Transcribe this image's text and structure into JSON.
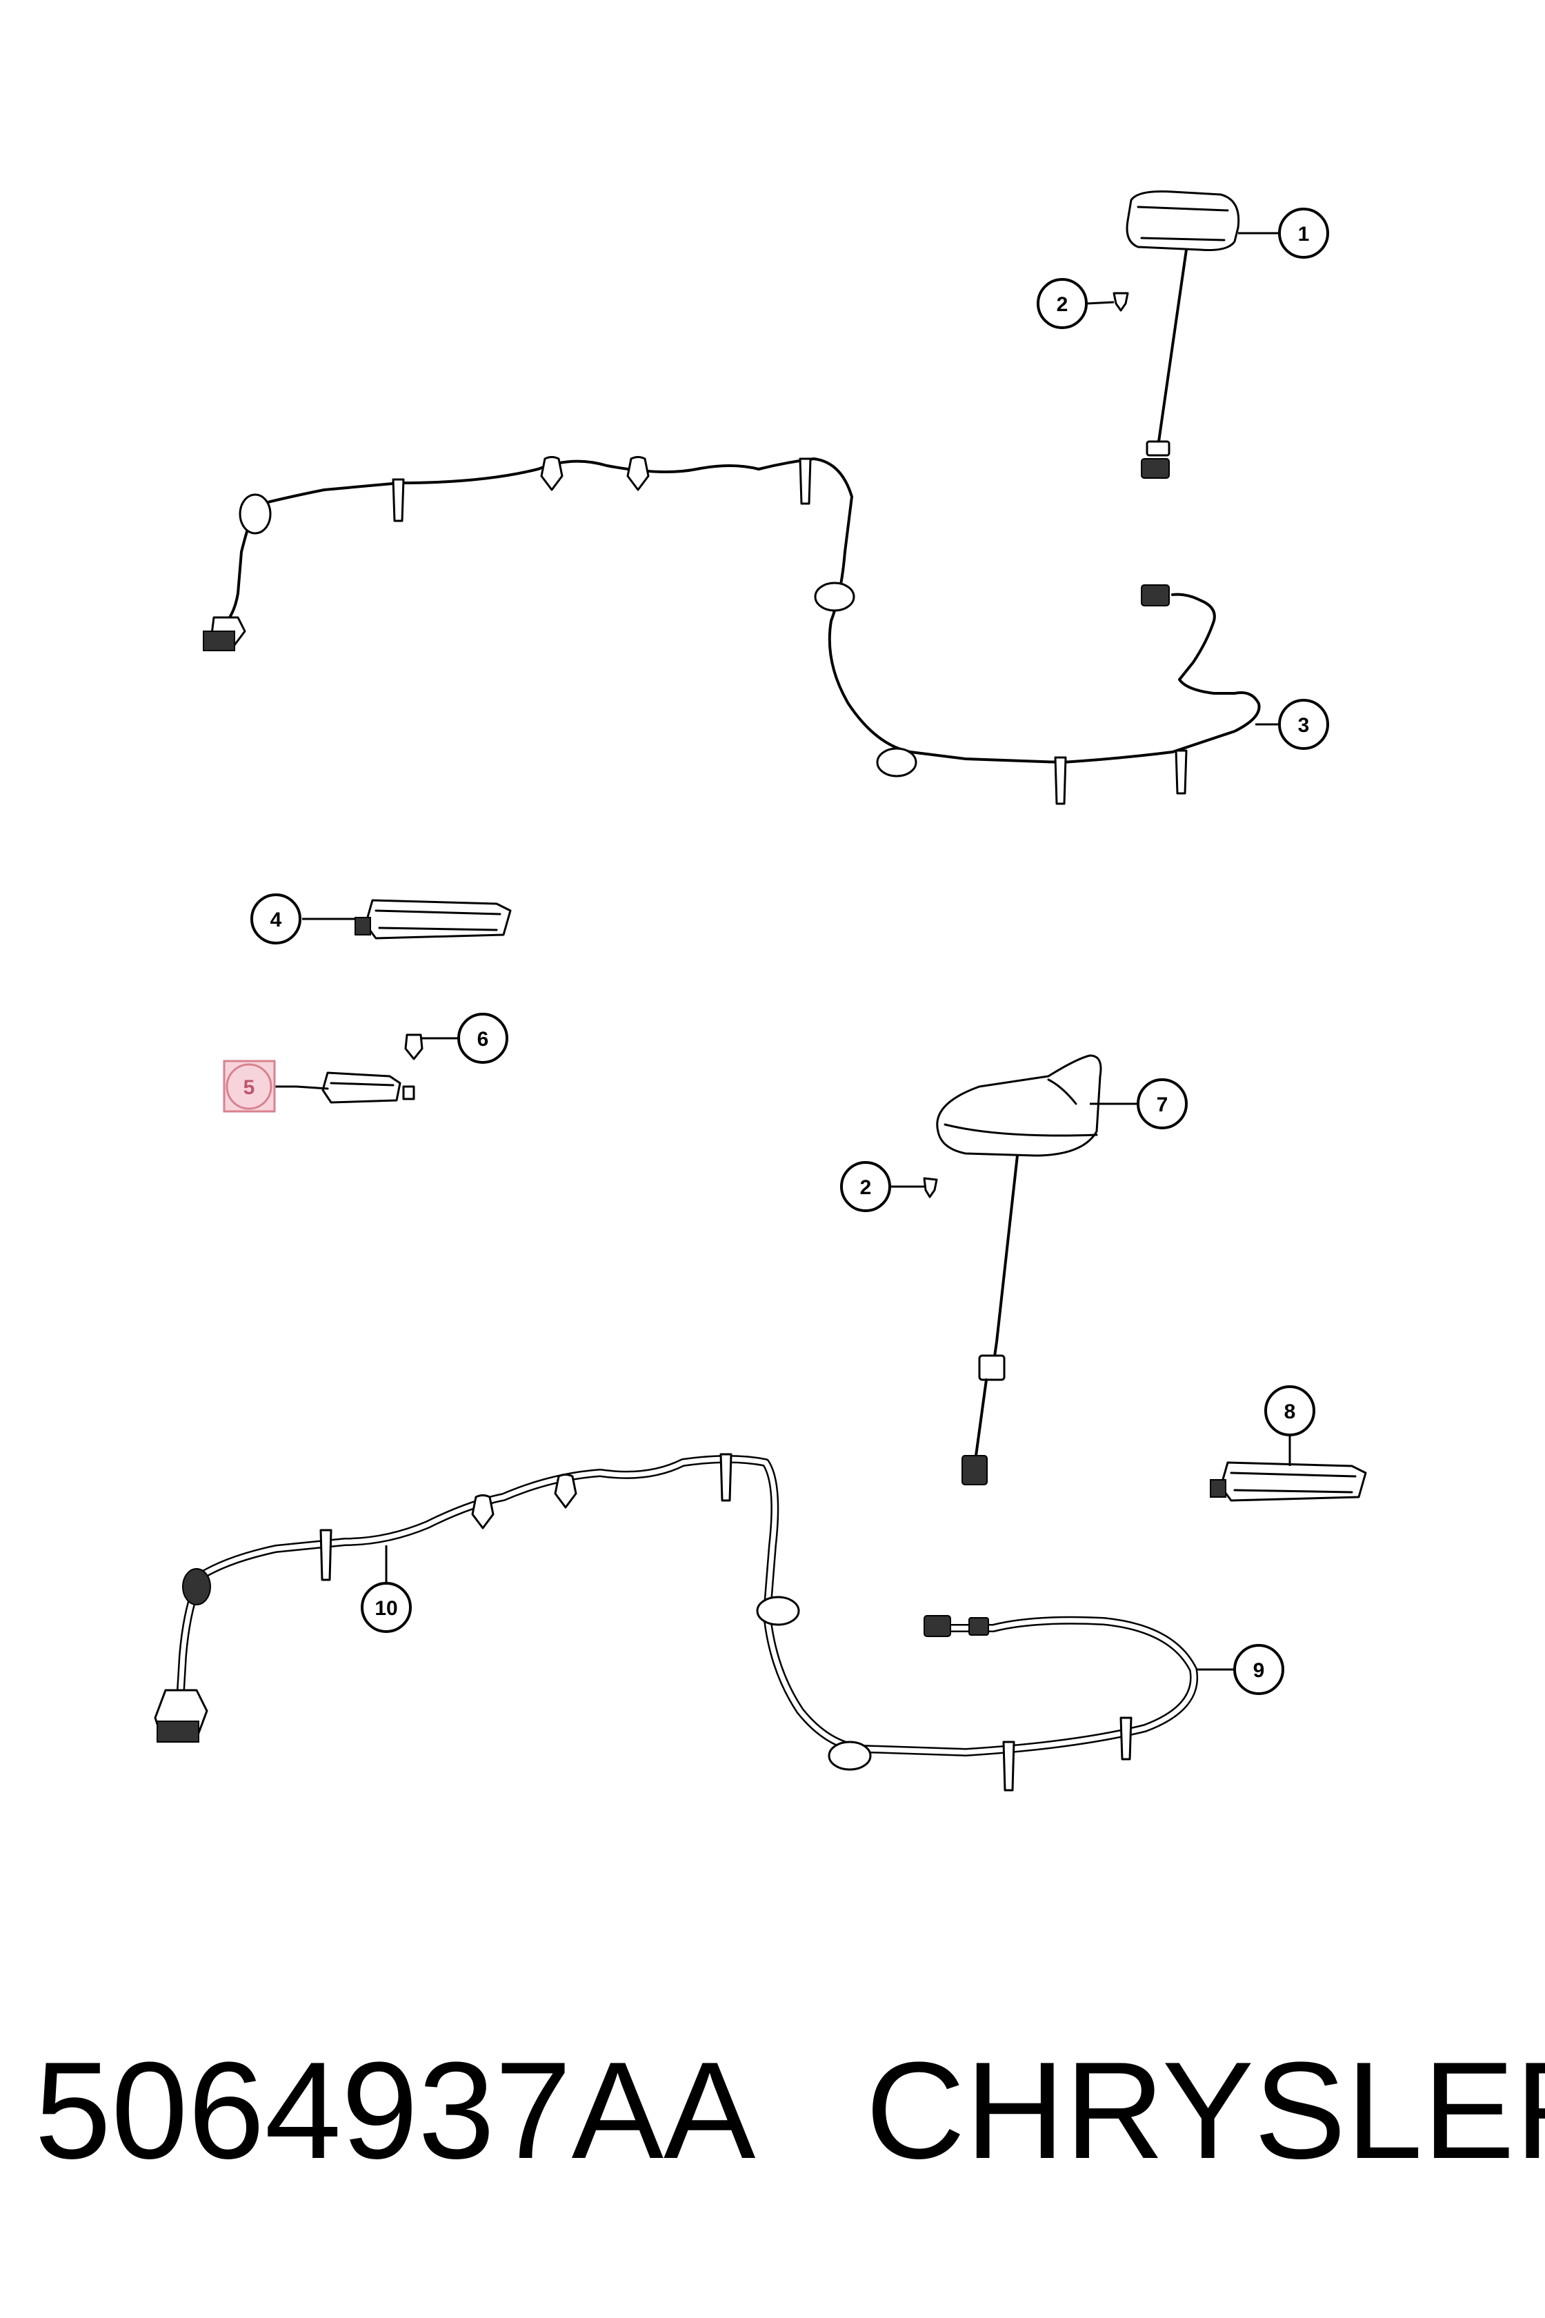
{
  "callouts": {
    "c1": "1",
    "c2a": "2",
    "c2b": "2",
    "c3": "3",
    "c4": "4",
    "c5": "5",
    "c6": "6",
    "c7": "7",
    "c8": "8",
    "c9": "9",
    "c10": "10"
  },
  "highlighted_callout": "5",
  "highlight_color": "#f7d4dc",
  "footer": {
    "part_number": "5064937AA",
    "brand": "CHRYSLER"
  }
}
